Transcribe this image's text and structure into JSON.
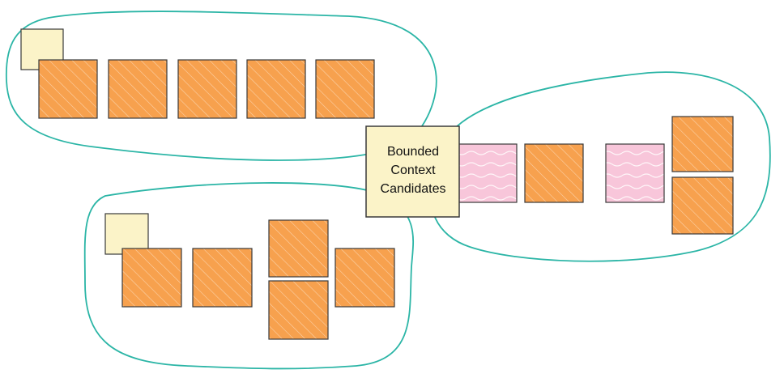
{
  "central_note": {
    "lines": [
      "Bounded",
      "Context",
      "Candidates"
    ],
    "color": "#FBF3C8"
  },
  "colors": {
    "outline": "#2BB5A6",
    "event": "#F7A14E",
    "hotspot": "#F8C6DA",
    "actor": "#FBF3C8",
    "stroke": "#3A3A3A"
  },
  "clusters": [
    {
      "name": "top-left",
      "notes": 5,
      "actors": 1
    },
    {
      "name": "bottom-left",
      "notes": 5,
      "actors": 1
    },
    {
      "name": "right",
      "notes": 3,
      "hotspots": 2
    }
  ]
}
